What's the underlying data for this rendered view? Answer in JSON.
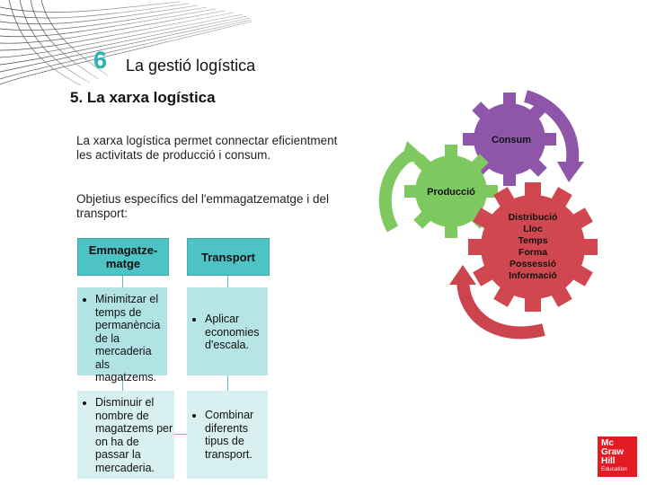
{
  "chapter": {
    "number": "6",
    "title": "La gestió logística"
  },
  "section": {
    "title": "5. La xarxa logística"
  },
  "paragraphs": [
    "La xarxa logística permet connectar eficientment les activitats de producció i consum.",
    "Objetius específics del l'emmagatzematge i del transport:"
  ],
  "columns": {
    "storage": {
      "header_line1": "Emmagatze-",
      "header_line2": "matge",
      "item1": "Minimitzar el temps de permanència de la mercaderia als magatzems.",
      "item2": "Disminuir el nombre de magatzems per on ha de passar la mercaderia."
    },
    "transport": {
      "header": "Transport",
      "item1": "Aplicar economies d'escala.",
      "item2": "Combinar diferents tipus de transport."
    }
  },
  "cycle": {
    "consum": "Consum",
    "produccio": "Producció",
    "distribucio": [
      "Distribució",
      "Lloc",
      "Temps",
      "Forma",
      "Possessió",
      "Informació"
    ],
    "colors": {
      "consum": "#8e55a8",
      "produccio": "#7ec860",
      "distribucio": "#d04750",
      "arrow_purple": "#8e55a8",
      "arrow_green": "#7ec860",
      "arrow_red": "#cc444c"
    }
  },
  "logo": {
    "line1": "Mc",
    "line2": "Graw",
    "line3": "Hill",
    "line4": "Education"
  }
}
